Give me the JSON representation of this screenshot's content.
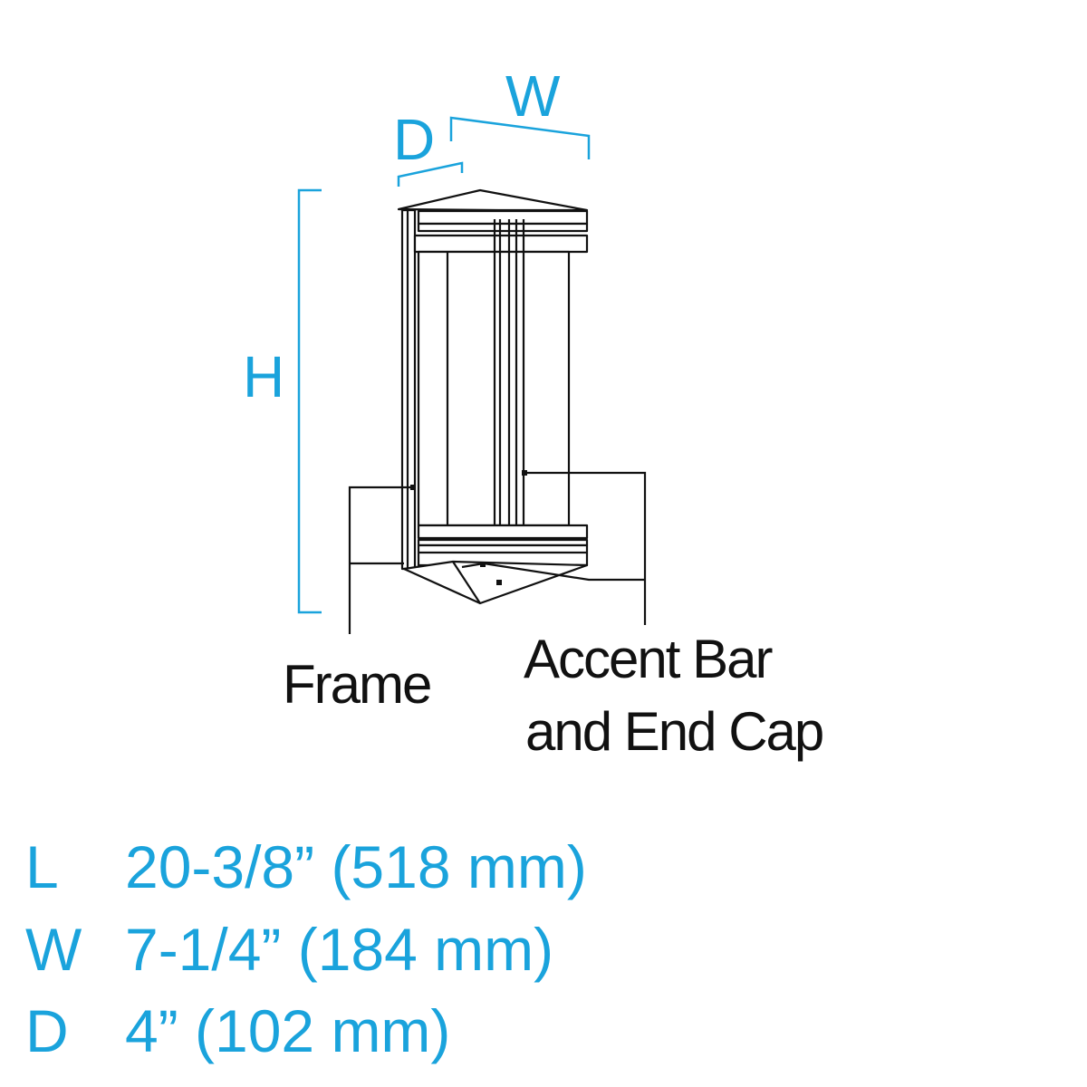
{
  "diagram": {
    "dimension_labels": {
      "width": "W",
      "depth": "D",
      "height": "H"
    },
    "callouts": {
      "frame": "Frame",
      "accent_line1": "Accent Bar",
      "accent_line2": "and End Cap"
    }
  },
  "specs": [
    {
      "key": "L",
      "value": "20-3/8” (518 mm)"
    },
    {
      "key": "W",
      "value": "7-1/4” (184 mm)"
    },
    {
      "key": "D",
      "value": "4” (102 mm)"
    }
  ],
  "colors": {
    "dimension": "#1aa3dc",
    "line": "#111111",
    "background": "#ffffff"
  }
}
